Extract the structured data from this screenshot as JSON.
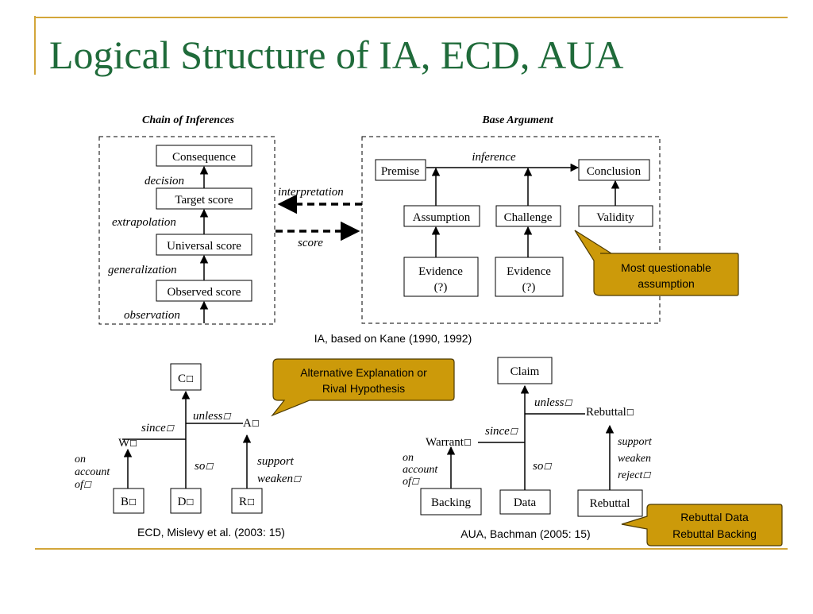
{
  "slide": {
    "title": "Logical Structure of IA, ECD, AUA"
  },
  "ia": {
    "chain_heading": "Chain of Inferences",
    "base_heading": "Base Argument",
    "chain": {
      "consequence": "Consequence",
      "target": "Target score",
      "universal": "Universal score",
      "observed": "Observed score",
      "decision": "decision",
      "extrapolation": "extrapolation",
      "generalization": "generalization",
      "observation": "observation"
    },
    "interpretation": "interpretation",
    "score": "score",
    "base": {
      "premise": "Premise",
      "inference": "inference",
      "conclusion": "Conclusion",
      "assumption": "Assumption",
      "challenge": "Challenge",
      "validity": "Validity",
      "evidence": "Evidence",
      "evidence_q": "(?)"
    },
    "callout": [
      "Most questionable",
      "assumption"
    ],
    "caption": "IA, based on Kane (1990, 1992)"
  },
  "ecd": {
    "c": "C",
    "w": "W",
    "a": "A",
    "b": "B",
    "d": "D",
    "r": "R",
    "since": "since",
    "unless": "unless",
    "so": "so",
    "on_account": [
      "on",
      "account",
      "of"
    ],
    "support": "support",
    "weaken": "weaken",
    "callout": [
      "Alternative Explanation or",
      "Rival Hypothesis"
    ],
    "caption": "ECD, Mislevy et al. (2003: 15)"
  },
  "aua": {
    "claim": "Claim",
    "unless": "unless",
    "rebuttal_top": "Rebuttal",
    "since": "since",
    "warrant": "Warrant",
    "so": "so",
    "on_account": [
      "on",
      "account",
      "of"
    ],
    "support": "support",
    "weaken": "weaken",
    "reject": "reject",
    "backing": "Backing",
    "data": "Data",
    "rebuttal_box": "Rebuttal",
    "callout": [
      "Rebuttal Data",
      "Rebuttal Backing"
    ],
    "caption": "AUA, Bachman (2005: 15)"
  },
  "glyphs": {
    "marker": "☐"
  },
  "colors": {
    "title": "#1f6b3a",
    "rule": "#d3a63a",
    "callout_fill": "#cc9a0a",
    "callout_stroke": "#4d3a00"
  }
}
